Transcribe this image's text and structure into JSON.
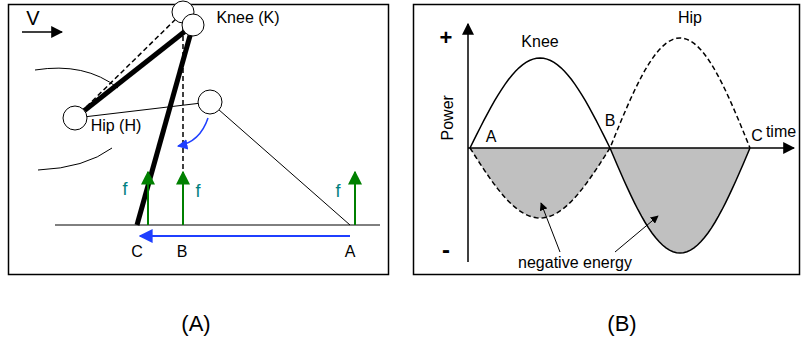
{
  "diagram": {
    "labels": [
      "V",
      "Knee (K)",
      "Hip (H)",
      "f",
      "f",
      "f",
      "C",
      "B",
      "A",
      "(A)",
      "+",
      "Power",
      "-",
      "Knee",
      "Hip",
      "A",
      "B",
      "C",
      "time",
      "negative energy",
      "(B)"
    ]
  }
}
